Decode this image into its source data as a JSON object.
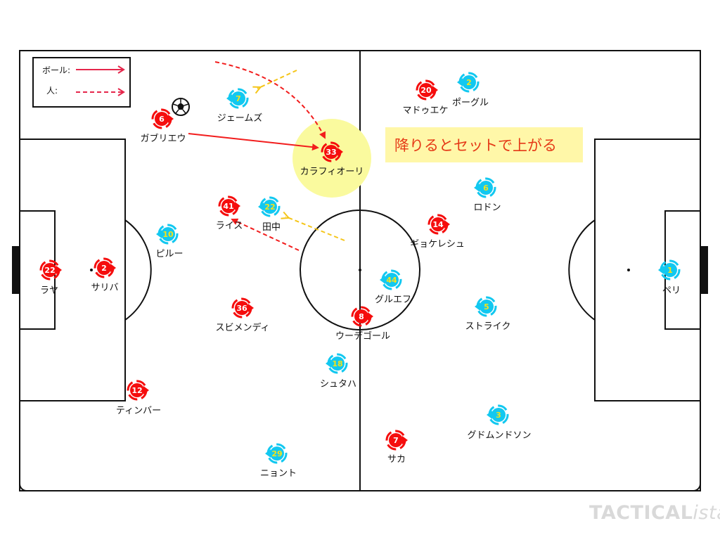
{
  "legend": {
    "ball_label": "ボール:",
    "person_label": "人:"
  },
  "callout": {
    "text": "降りるとセットで上がる"
  },
  "brand": {
    "main": "TACTICAL",
    "suffix": "ista"
  },
  "colors": {
    "team_red": "#f50d0d",
    "team_blue": "#12c8f0",
    "blue_number": "#f5e21a",
    "ball_arrow": "#f21d1d",
    "person_arrow": "#f21d1d",
    "cover_arrow": "#f5c518",
    "highlight": "#fafa9e",
    "callout_bg": "#fff7a8",
    "callout_text": "#e53916"
  },
  "players": [
    {
      "team": "red",
      "number": "22",
      "name": "ラヤ"
    },
    {
      "team": "red",
      "number": "2",
      "name": "サリバ"
    },
    {
      "team": "red",
      "number": "6",
      "name": "ガブリエウ"
    },
    {
      "team": "red",
      "number": "12",
      "name": "ティンバー"
    },
    {
      "team": "red",
      "number": "33",
      "name": "カラフィオーリ"
    },
    {
      "team": "red",
      "number": "41",
      "name": "ライス"
    },
    {
      "team": "red",
      "number": "36",
      "name": "スビメンディ"
    },
    {
      "team": "red",
      "number": "8",
      "name": "ウーデゴール"
    },
    {
      "team": "red",
      "number": "20",
      "name": "マドゥエケ"
    },
    {
      "team": "red",
      "number": "14",
      "name": "ギョケレシュ"
    },
    {
      "team": "red",
      "number": "7",
      "name": "サカ"
    },
    {
      "team": "blue",
      "number": "1",
      "name": "ペリ"
    },
    {
      "team": "blue",
      "number": "2",
      "name": "ポーグル"
    },
    {
      "team": "blue",
      "number": "6",
      "name": "ロドン"
    },
    {
      "team": "blue",
      "number": "5",
      "name": "ストライク"
    },
    {
      "team": "blue",
      "number": "3",
      "name": "グドムンドソン"
    },
    {
      "team": "blue",
      "number": "44",
      "name": "グルエフ"
    },
    {
      "team": "blue",
      "number": "18",
      "name": "シュタハ"
    },
    {
      "team": "blue",
      "number": "22",
      "name": "田中"
    },
    {
      "team": "blue",
      "number": "7",
      "name": "ジェームズ"
    },
    {
      "team": "blue",
      "number": "10",
      "name": "ピルー"
    },
    {
      "team": "blue",
      "number": "29",
      "name": "ニョント"
    }
  ]
}
